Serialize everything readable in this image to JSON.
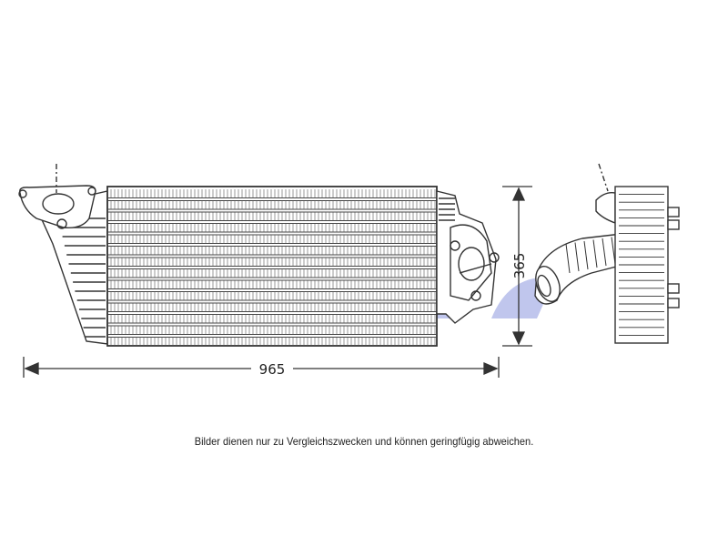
{
  "diagram": {
    "dimensions": {
      "width_label": "965",
      "height_label": "365"
    },
    "caption": "Bilder dienen nur zu Vergleichszwecken und können geringfügig abweichen.",
    "watermark_colors": [
      "#d94050",
      "#3050c8"
    ],
    "line_color": "#333333"
  }
}
